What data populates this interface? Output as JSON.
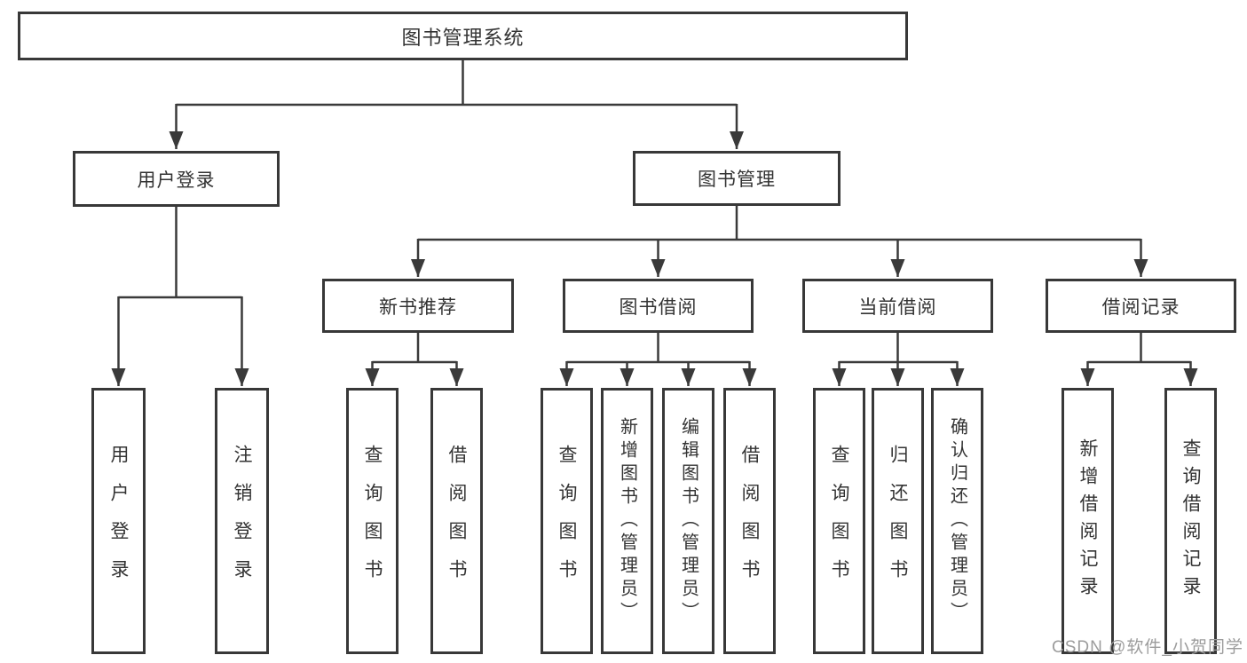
{
  "tree": {
    "root": "图书管理系统",
    "children": [
      {
        "label": "用户登录",
        "children": [
          "用户登录",
          "注销登录"
        ]
      },
      {
        "label": "图书管理",
        "children": [
          {
            "label": "新书推荐",
            "children": [
              "查询图书",
              "借阅图书"
            ]
          },
          {
            "label": "图书借阅",
            "children": [
              "查询图书",
              "新增图书（管理员）",
              "编辑图书（管理员）",
              "借阅图书"
            ]
          },
          {
            "label": "当前借阅",
            "children": [
              "查询图书",
              "归还图书",
              "确认归还（管理员）"
            ]
          },
          {
            "label": "借阅记录",
            "children": [
              "新增借阅记录",
              "查询借阅记录"
            ]
          }
        ]
      }
    ]
  },
  "watermark": "CSDN @软件_小贺同学",
  "colors": {
    "line": "#3a3a3a",
    "box_border": "#383838",
    "text": "#333333",
    "watermark_text": "#9c9c9c",
    "background": "#ffffff"
  }
}
